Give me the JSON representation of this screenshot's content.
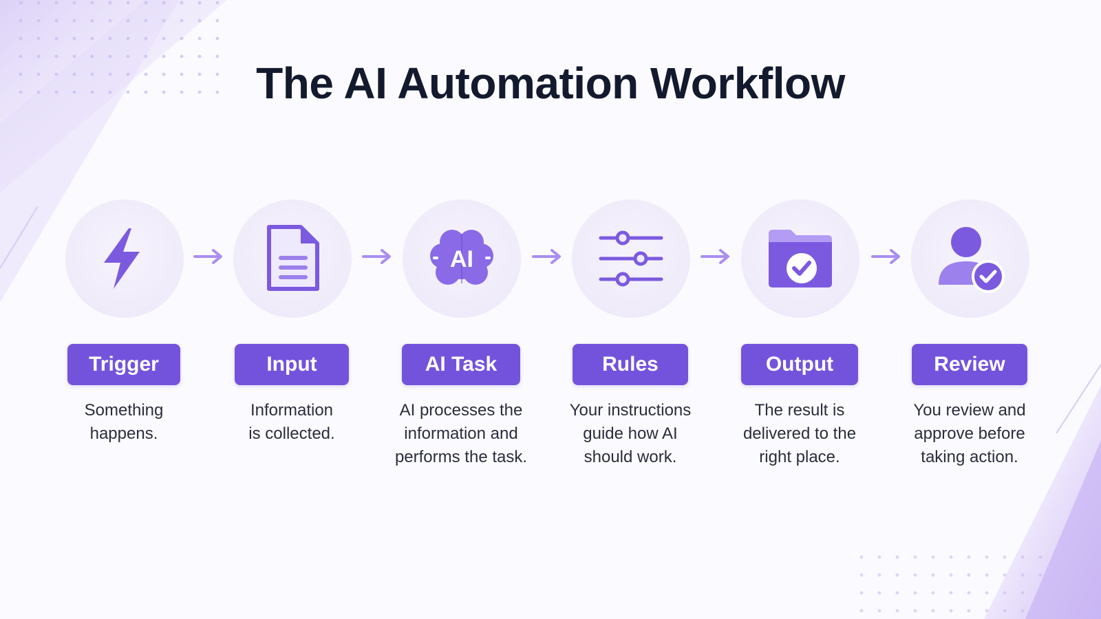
{
  "title": "The AI Automation Workflow",
  "colors": {
    "accent": "#7353dc",
    "icon": "#7b5ae0",
    "icon_light": "#b29cf4",
    "circle": "#efebfa",
    "title": "#141a2e",
    "text": "#2a2d3c",
    "arrow": "#a98ef0"
  },
  "steps": [
    {
      "icon": "lightning-bolt-icon",
      "label": "Trigger",
      "description": [
        "Something",
        "happens."
      ]
    },
    {
      "icon": "document-icon",
      "label": "Input",
      "description": [
        "Information",
        "is collected."
      ]
    },
    {
      "icon": "ai-brain-icon",
      "icon_text": "AI",
      "label": "AI Task",
      "description": [
        "AI processes the",
        "information and",
        "performs the task."
      ]
    },
    {
      "icon": "sliders-icon",
      "label": "Rules",
      "description": [
        "Your instructions",
        "guide how AI",
        "should work."
      ]
    },
    {
      "icon": "folder-check-icon",
      "label": "Output",
      "description": [
        "The result is",
        "delivered to the",
        "right place."
      ]
    },
    {
      "icon": "user-check-icon",
      "label": "Review",
      "description": [
        "You review and",
        "approve before",
        "taking action."
      ]
    }
  ]
}
